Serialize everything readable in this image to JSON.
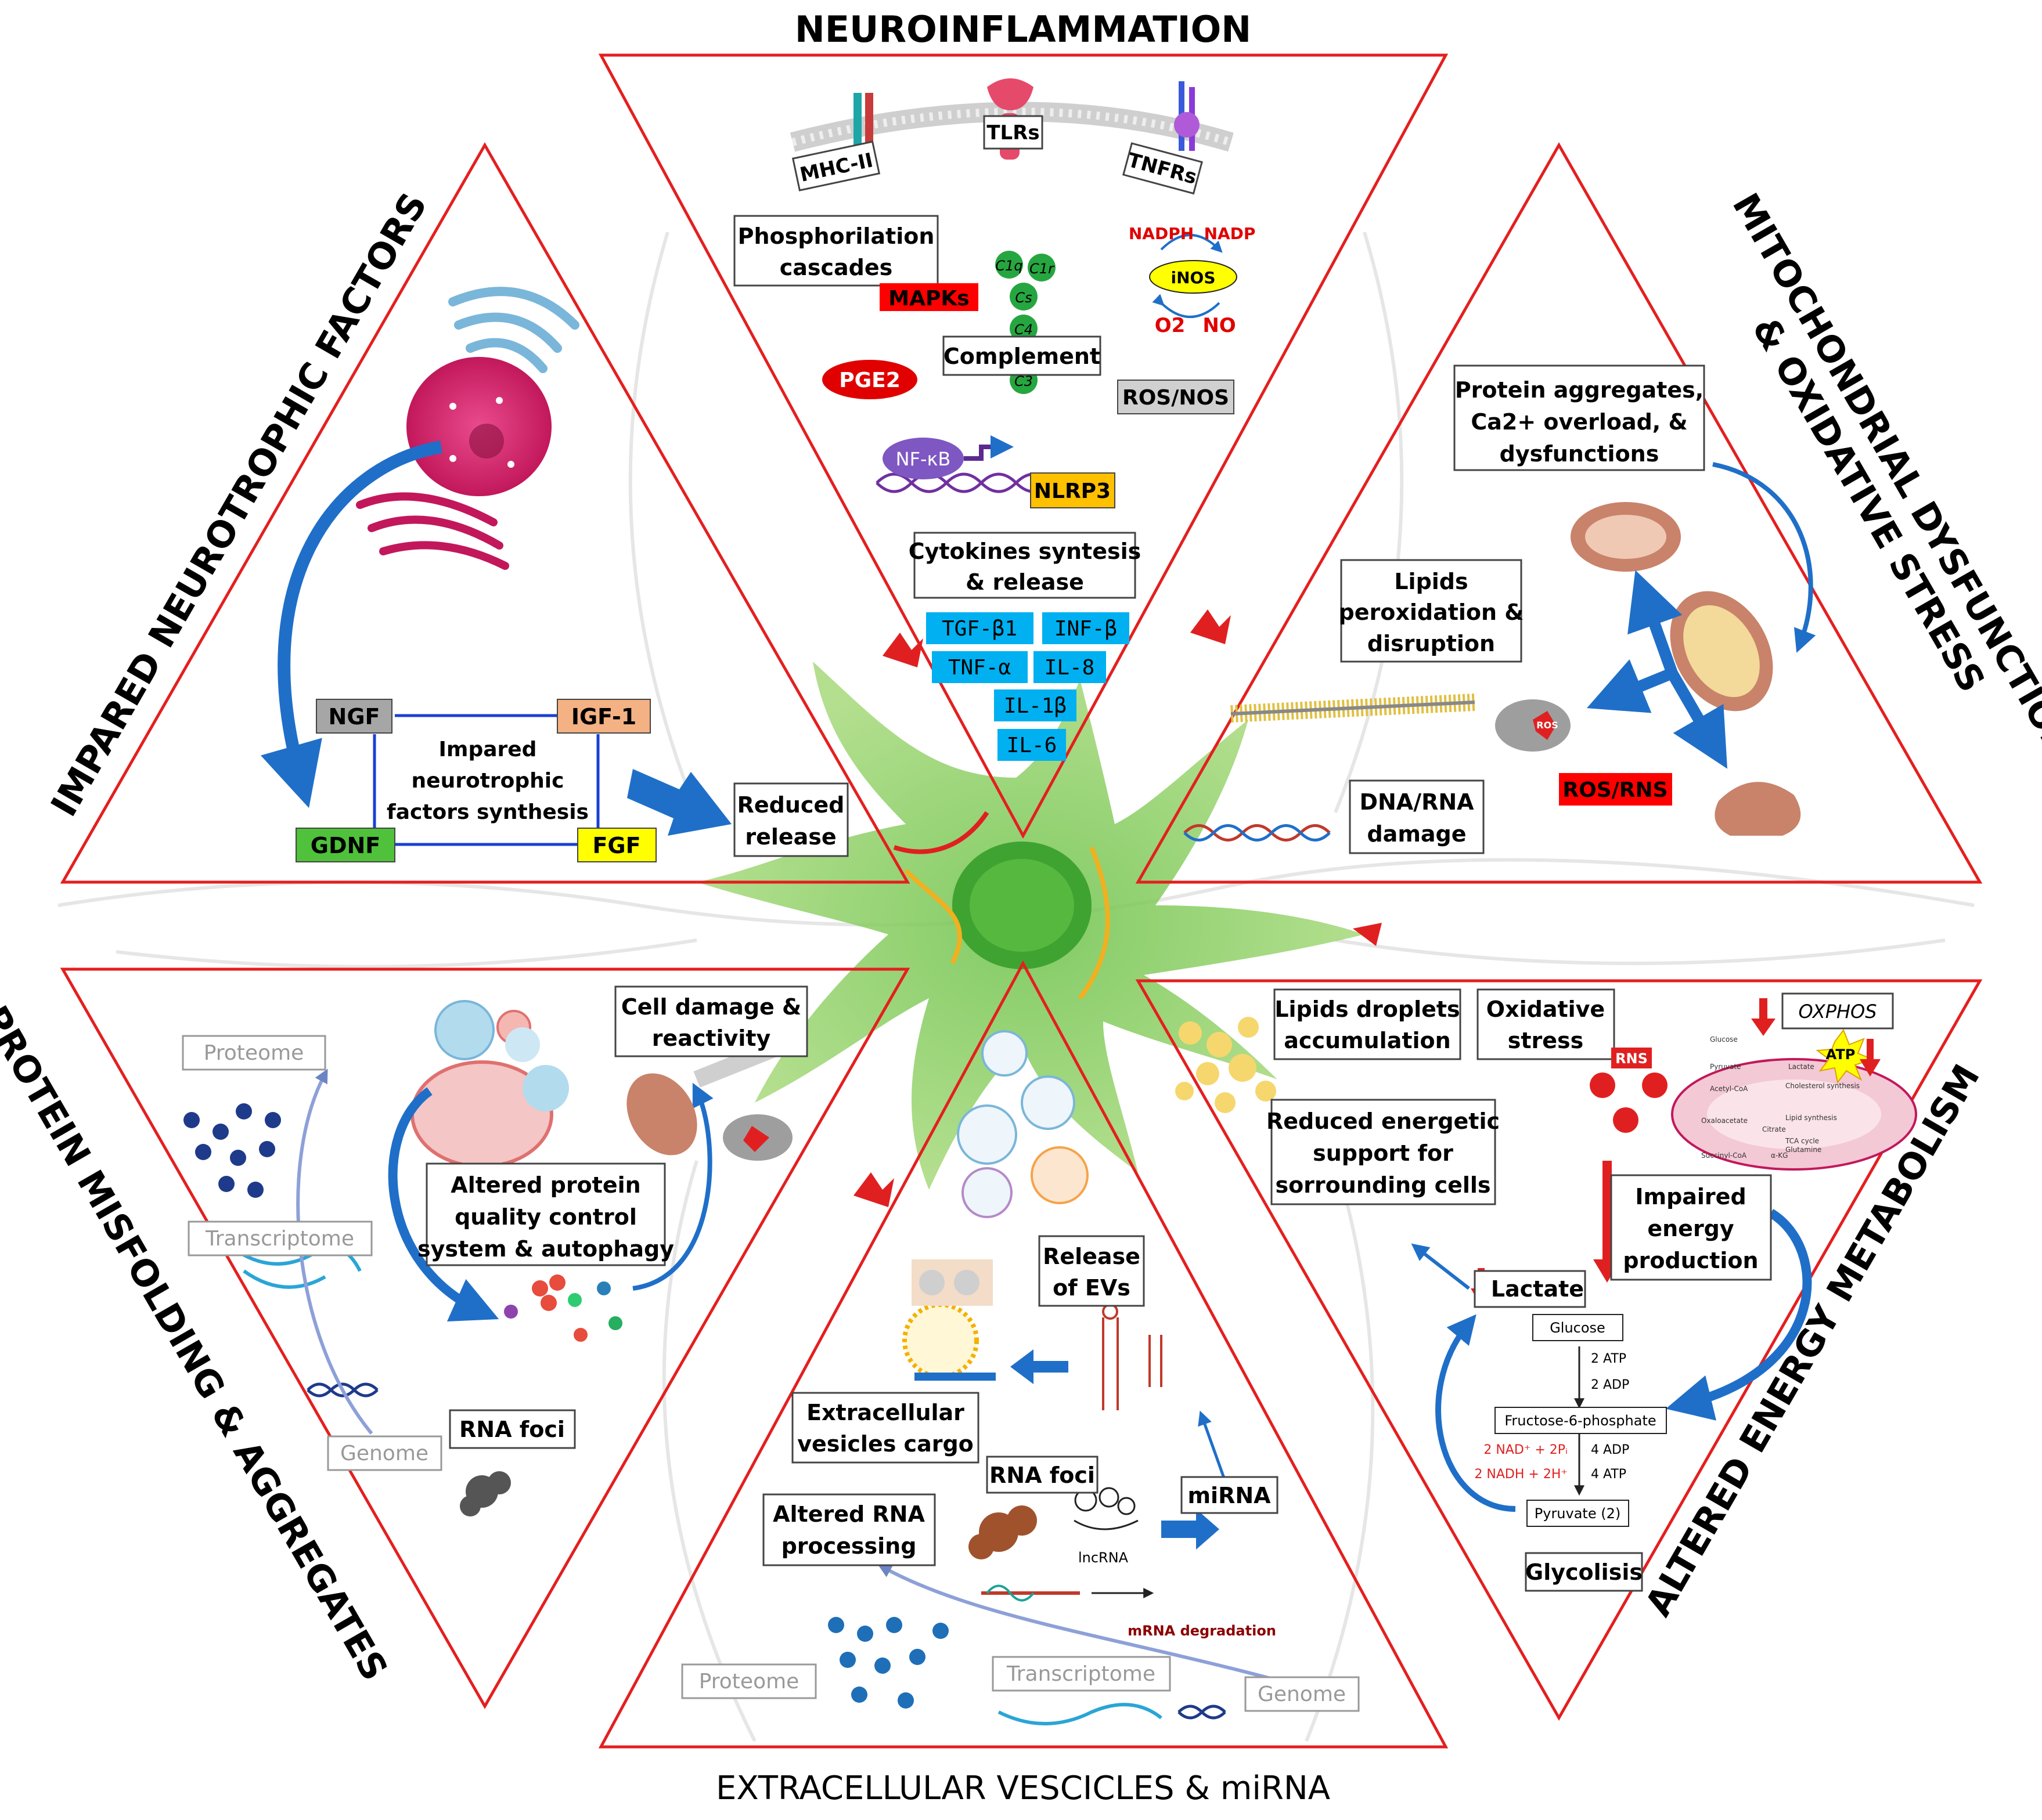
{
  "titles": {
    "neuroinflammation": "NEUROINFLAMMATION",
    "neurotrophic": "IMPARED NEUROTROPHIC FACTORS",
    "mito_line1": "MITOCHONDRIAL DYSFUNCTION",
    "mito_line2": "& OXIDATIVE STRESS",
    "protein": "PROTEIN MISFOLDING & AGGREGATES",
    "energy": "ALTERED ENERGY METABOLISM",
    "ev": "EXTRACELLULAR VESCICLES & miRNA"
  },
  "neuroinflammation": {
    "receptors": [
      "MHC-II",
      "TLRs",
      "TNFRs"
    ],
    "phosph_line1": "Phosphorilation",
    "phosph_line2": "cascades",
    "mapks": "MAPKs",
    "complement_items": [
      "C1q",
      "C1r",
      "Cs",
      "C4",
      "C3"
    ],
    "complement": "Complement",
    "nadph": "NADPH",
    "nadp": "NADP",
    "inos": "iNOS",
    "o2": "O2",
    "no": "NO",
    "pge2": "PGE2",
    "rosnos": "ROS/NOS",
    "nfkb": "NF-κB",
    "nlrp3": "NLRP3",
    "cyto_line1": "Cytokines syntesis",
    "cyto_line2": "& release",
    "cytokines": [
      "TGF-β1",
      "INF-β",
      "TNF-α",
      "IL-8",
      "IL-1β",
      "IL-6"
    ]
  },
  "neurotrophic": {
    "factors": [
      "NGF",
      "IGF-1",
      "GDNF",
      "FGF"
    ],
    "synth_line1": "Impared",
    "synth_line2": "neurotrophic",
    "synth_line3": "factors synthesis",
    "reduced_line1": "Reduced",
    "reduced_line2": "release"
  },
  "mito": {
    "agg_line1": "Protein aggregates,",
    "agg_line2": "Ca2+ overload, &",
    "agg_line3": "dysfunctions",
    "lipid_line1": "Lipids",
    "lipid_line2": "peroxidation &",
    "lipid_line3": "disruption",
    "ros": "ROS",
    "rosrns": "ROS/RNS",
    "dna_line1": "DNA/RNA",
    "dna_line2": "damage"
  },
  "protein": {
    "proteome": "Proteome",
    "transcriptome": "Transcriptome",
    "genome": "Genome",
    "cell_line1": "Cell damage &",
    "cell_line2": "reactivity",
    "qc_line1": "Altered protein",
    "qc_line2": "quality control",
    "qc_line3": "system & autophagy",
    "rnafoci": "RNA foci"
  },
  "energy": {
    "lipdrop_line1": "Lipids droplets",
    "lipdrop_line2": "accumulation",
    "ox_line1": "Oxidative",
    "ox_line2": "stress",
    "oxphos": "OXPHOS",
    "atp": "ATP",
    "rns": "RNS",
    "red_line1": "Reduced energetic",
    "red_line2": "support for",
    "red_line3": "sorrounding cells",
    "imp_line1": "Impaired",
    "imp_line2": "energy",
    "imp_line3": "production",
    "lactate": "Lactate",
    "glucose": "Glucose",
    "atp2": "2 ATP",
    "adp2": "2 ADP",
    "f6p": "Fructose-6-phosphate",
    "nad": "2 NAD⁺ + 2Pᵢ",
    "nadh": "2 NADH + 2H⁺",
    "adp4": "4 ADP",
    "atp4": "4 ATP",
    "pyruvate": "Pyruvate (2)",
    "glycolisis": "Glycolisis",
    "mito_labels": [
      "Glucose",
      "Pyruvate",
      "Acetyl-CoA",
      "Oxaloacetate",
      "Succinyl-CoA",
      "Citrate",
      "TCA cycle",
      "α-KG",
      "Lactate",
      "Cholesterol synthesis",
      "Lipid synthesis",
      "Glutamine"
    ]
  },
  "ev": {
    "release_line1": "Release",
    "release_line2": "of EVs",
    "cargo_line1": "Extracellular",
    "cargo_line2": "vesicles cargo",
    "rnafoci": "RNA foci",
    "mirna": "miRNA",
    "altered_line1": "Altered RNA",
    "altered_line2": "processing",
    "lncrna": "lncRNA",
    "mrna_deg": "mRNA degradation",
    "proteome": "Proteome",
    "transcriptome": "Transcriptome",
    "genome": "Genome"
  },
  "colors": {
    "triangle_border": "#e41f1f",
    "factor_ngf": "#a6a6a6",
    "factor_igf": "#f4b183",
    "factor_gdnf": "#4fc13a",
    "factor_fgf": "#ffff00",
    "cytokine_bg": "#00b0f0",
    "mapks_bg": "#ff0000",
    "pge2_bg": "#e00000",
    "rosnos_bg": "#d0d0d0",
    "nlrp3_bg": "#ffc000",
    "rosrns_bg": "#ff0000",
    "arrow_blue": "#1f6fc9",
    "cell_green": "#8ccf5c"
  }
}
